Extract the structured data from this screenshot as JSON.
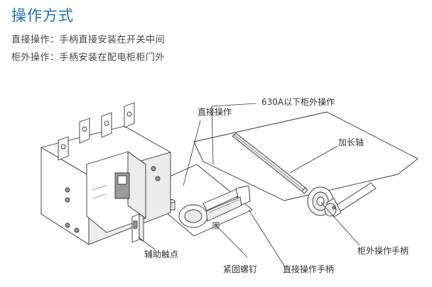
{
  "header": {
    "title": "操作方式",
    "line_1": "直接操作：手柄直接安装在开关中间",
    "line_2": "柜外操作：手柄安装在配电柜柜门外"
  },
  "diagram": {
    "labels": {
      "direct_operation": "直接操作",
      "external_operation_630a": "630A以下柜外操作",
      "extension_shaft": "加长轴",
      "external_handle": "柜外操作手柄",
      "auxiliary_contact": "辅助触点",
      "fastening_screw": "紧固螺钉",
      "direct_handle": "直接操作手柄"
    }
  },
  "colors": {
    "title": "#1d6fb8",
    "text": "#444444",
    "line": "#333333"
  }
}
